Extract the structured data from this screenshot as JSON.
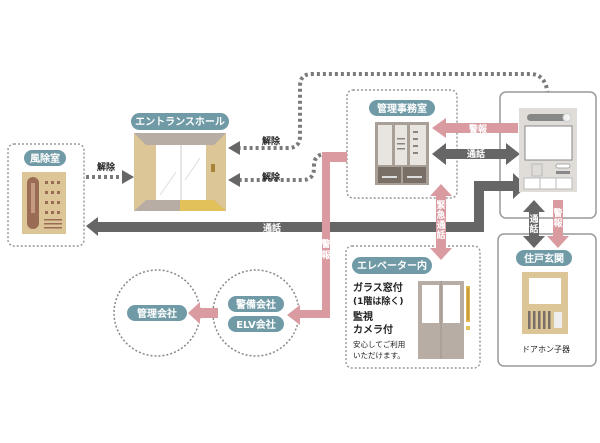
{
  "colors": {
    "pill": "#6f9aa6",
    "call_arrow": "#666666",
    "alarm_arrow": "#d99aa0",
    "dotted": "#7a7a7a",
    "box_border": "#aaaaaa",
    "tan": "#dcc597",
    "gray_device": "#a89f96"
  },
  "nodes": {
    "windbreak_room": {
      "label": "風除室"
    },
    "entrance_hall": {
      "label": "エントランスホール"
    },
    "management_office": {
      "label": "管理事務室"
    },
    "residence_entrance": {
      "label": "住戸玄関",
      "device_caption": "ドアホン子器"
    },
    "elevator": {
      "label": "エレベーター内",
      "feature1_line1": "ガラス窓付",
      "feature1_line2": "(1階は除く)",
      "feature2_line1": "監視",
      "feature2_line2": "カメラ付",
      "note_line1": "安心してご利用",
      "note_line2": "いただけます。"
    },
    "security_company": {
      "label": "警備会社"
    },
    "elv_company": {
      "label": "ELV会社"
    },
    "management_company": {
      "label": "管理会社"
    }
  },
  "connections": {
    "unlock_windbreak": "解除",
    "unlock_entrance_1": "解除",
    "unlock_entrance_2": "解除",
    "call_main": "通話",
    "alarm_office": "警報",
    "call_office": "通話",
    "emergency_call": "緊急通話",
    "alarm_security": "警報",
    "call_door": "通話",
    "alarm_door": "警報"
  }
}
